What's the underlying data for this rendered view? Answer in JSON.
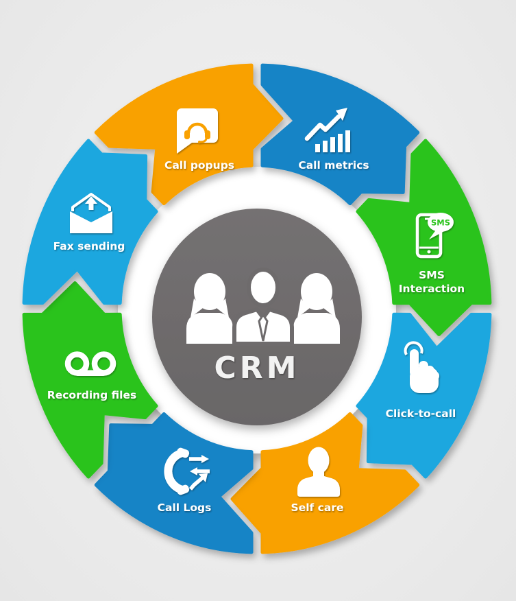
{
  "diagram": {
    "type": "cycle-wheel",
    "flow_direction": "clockwise",
    "background_color": "#ECECEC",
    "center": {
      "label": "CRM",
      "icon": "people-group-icon",
      "circle_color": "#6E6B6C",
      "ring_color": "#FFFFFF",
      "text_color": "#F2F2F2"
    },
    "segments": [
      {
        "id": "call-popups",
        "label": "Call popups",
        "color": "#F9A105",
        "icon": "headset-chat-bubble-icon",
        "position": "top-left"
      },
      {
        "id": "call-metrics",
        "label": "Call metrics",
        "color": "#1584C6",
        "icon": "growth-chart-arrow-icon",
        "position": "top-right"
      },
      {
        "id": "sms-interaction",
        "label": "SMS Interaction",
        "label_lines": [
          "SMS",
          "Interaction"
        ],
        "bubble_text": "SMS",
        "color": "#2CC31C",
        "icon": "phone-sms-icon",
        "position": "right-upper"
      },
      {
        "id": "click-to-call",
        "label": "Click-to-call",
        "color": "#1CA7DF",
        "icon": "tap-finger-icon",
        "position": "right-lower"
      },
      {
        "id": "self-care",
        "label": "Self care",
        "color": "#F9A105",
        "icon": "person-icon",
        "position": "bottom-right"
      },
      {
        "id": "call-logs",
        "label": "Call Logs",
        "color": "#1584C6",
        "icon": "handset-arrows-icon",
        "position": "bottom-left"
      },
      {
        "id": "recording-files",
        "label": "Recording files",
        "color": "#2CC31C",
        "icon": "voicemail-icon",
        "position": "left-lower"
      },
      {
        "id": "fax-sending",
        "label": "Fax sending",
        "color": "#1CA7DF",
        "icon": "envelope-up-arrow-icon",
        "position": "left-upper"
      }
    ]
  }
}
